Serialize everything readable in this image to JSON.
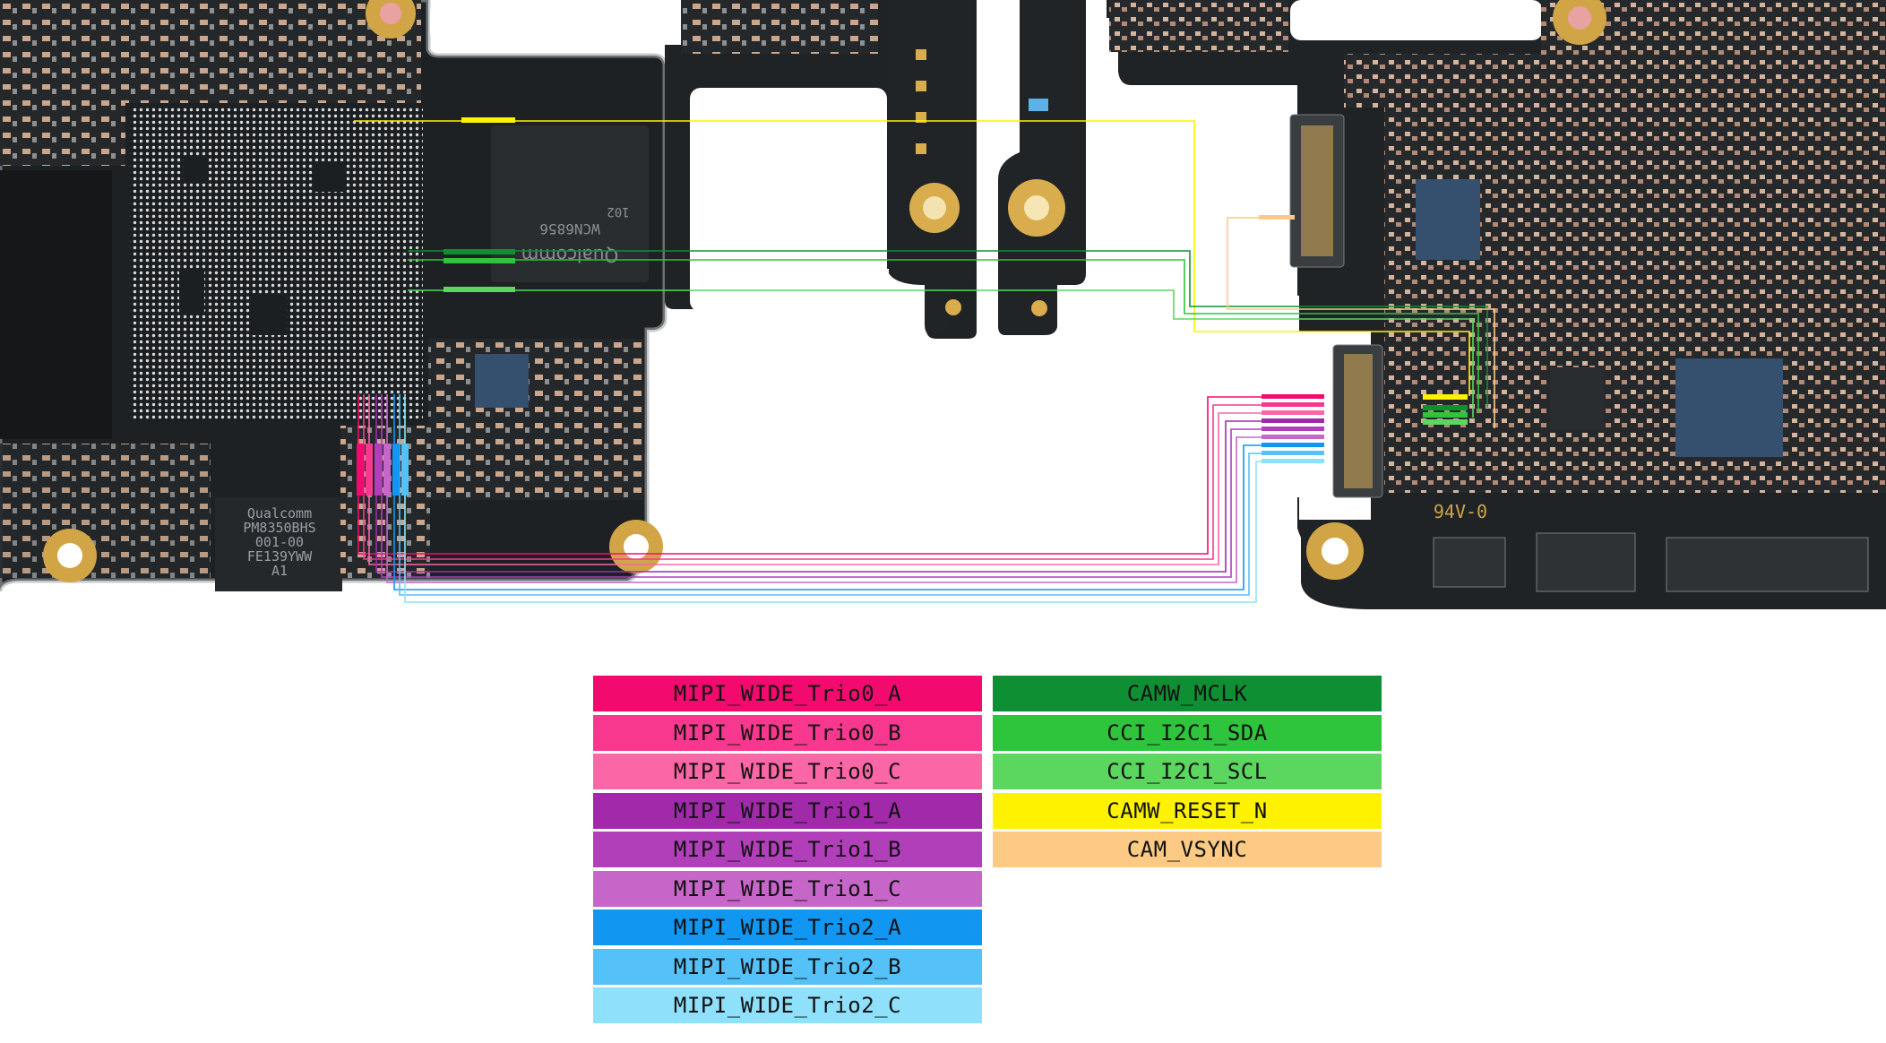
{
  "board": {
    "chip_labels": {
      "pmic_brand": "Qualcomm",
      "pmic_model": "PM8350BHS",
      "pmic_line2": "001-00",
      "pmic_line3": "FE139YWW",
      "pmic_line4": "A1",
      "wifi_brand": "Qualcomm",
      "wifi_model": "WCN6856",
      "wifi_line2": "102",
      "ul_mark": "94V-0"
    }
  },
  "legend": {
    "left": [
      {
        "label": "MIPI_WIDE_Trio0_A",
        "color": "#f20a6f"
      },
      {
        "label": "MIPI_WIDE_Trio0_B",
        "color": "#f7388e"
      },
      {
        "label": "MIPI_WIDE_Trio0_C",
        "color": "#fb66a6"
      },
      {
        "label": "MIPI_WIDE_Trio1_A",
        "color": "#a12aab"
      },
      {
        "label": "MIPI_WIDE_Trio1_B",
        "color": "#b23fba"
      },
      {
        "label": "MIPI_WIDE_Trio1_C",
        "color": "#c766c9"
      },
      {
        "label": "MIPI_WIDE_Trio2_A",
        "color": "#1196f2"
      },
      {
        "label": "MIPI_WIDE_Trio2_B",
        "color": "#55c1f9"
      },
      {
        "label": "MIPI_WIDE_Trio2_C",
        "color": "#8ee0fb"
      }
    ],
    "right": [
      {
        "label": "CAMW_MCLK",
        "color": "#0f8f33"
      },
      {
        "label": "CCI_I2C1_SDA",
        "color": "#2ec43b"
      },
      {
        "label": "CCI_I2C1_SCL",
        "color": "#5bd65f"
      },
      {
        "label": "CAMW_RESET_N",
        "color": "#fff200"
      },
      {
        "label": "CAM_VSYNC",
        "color": "#fcca84"
      }
    ]
  }
}
